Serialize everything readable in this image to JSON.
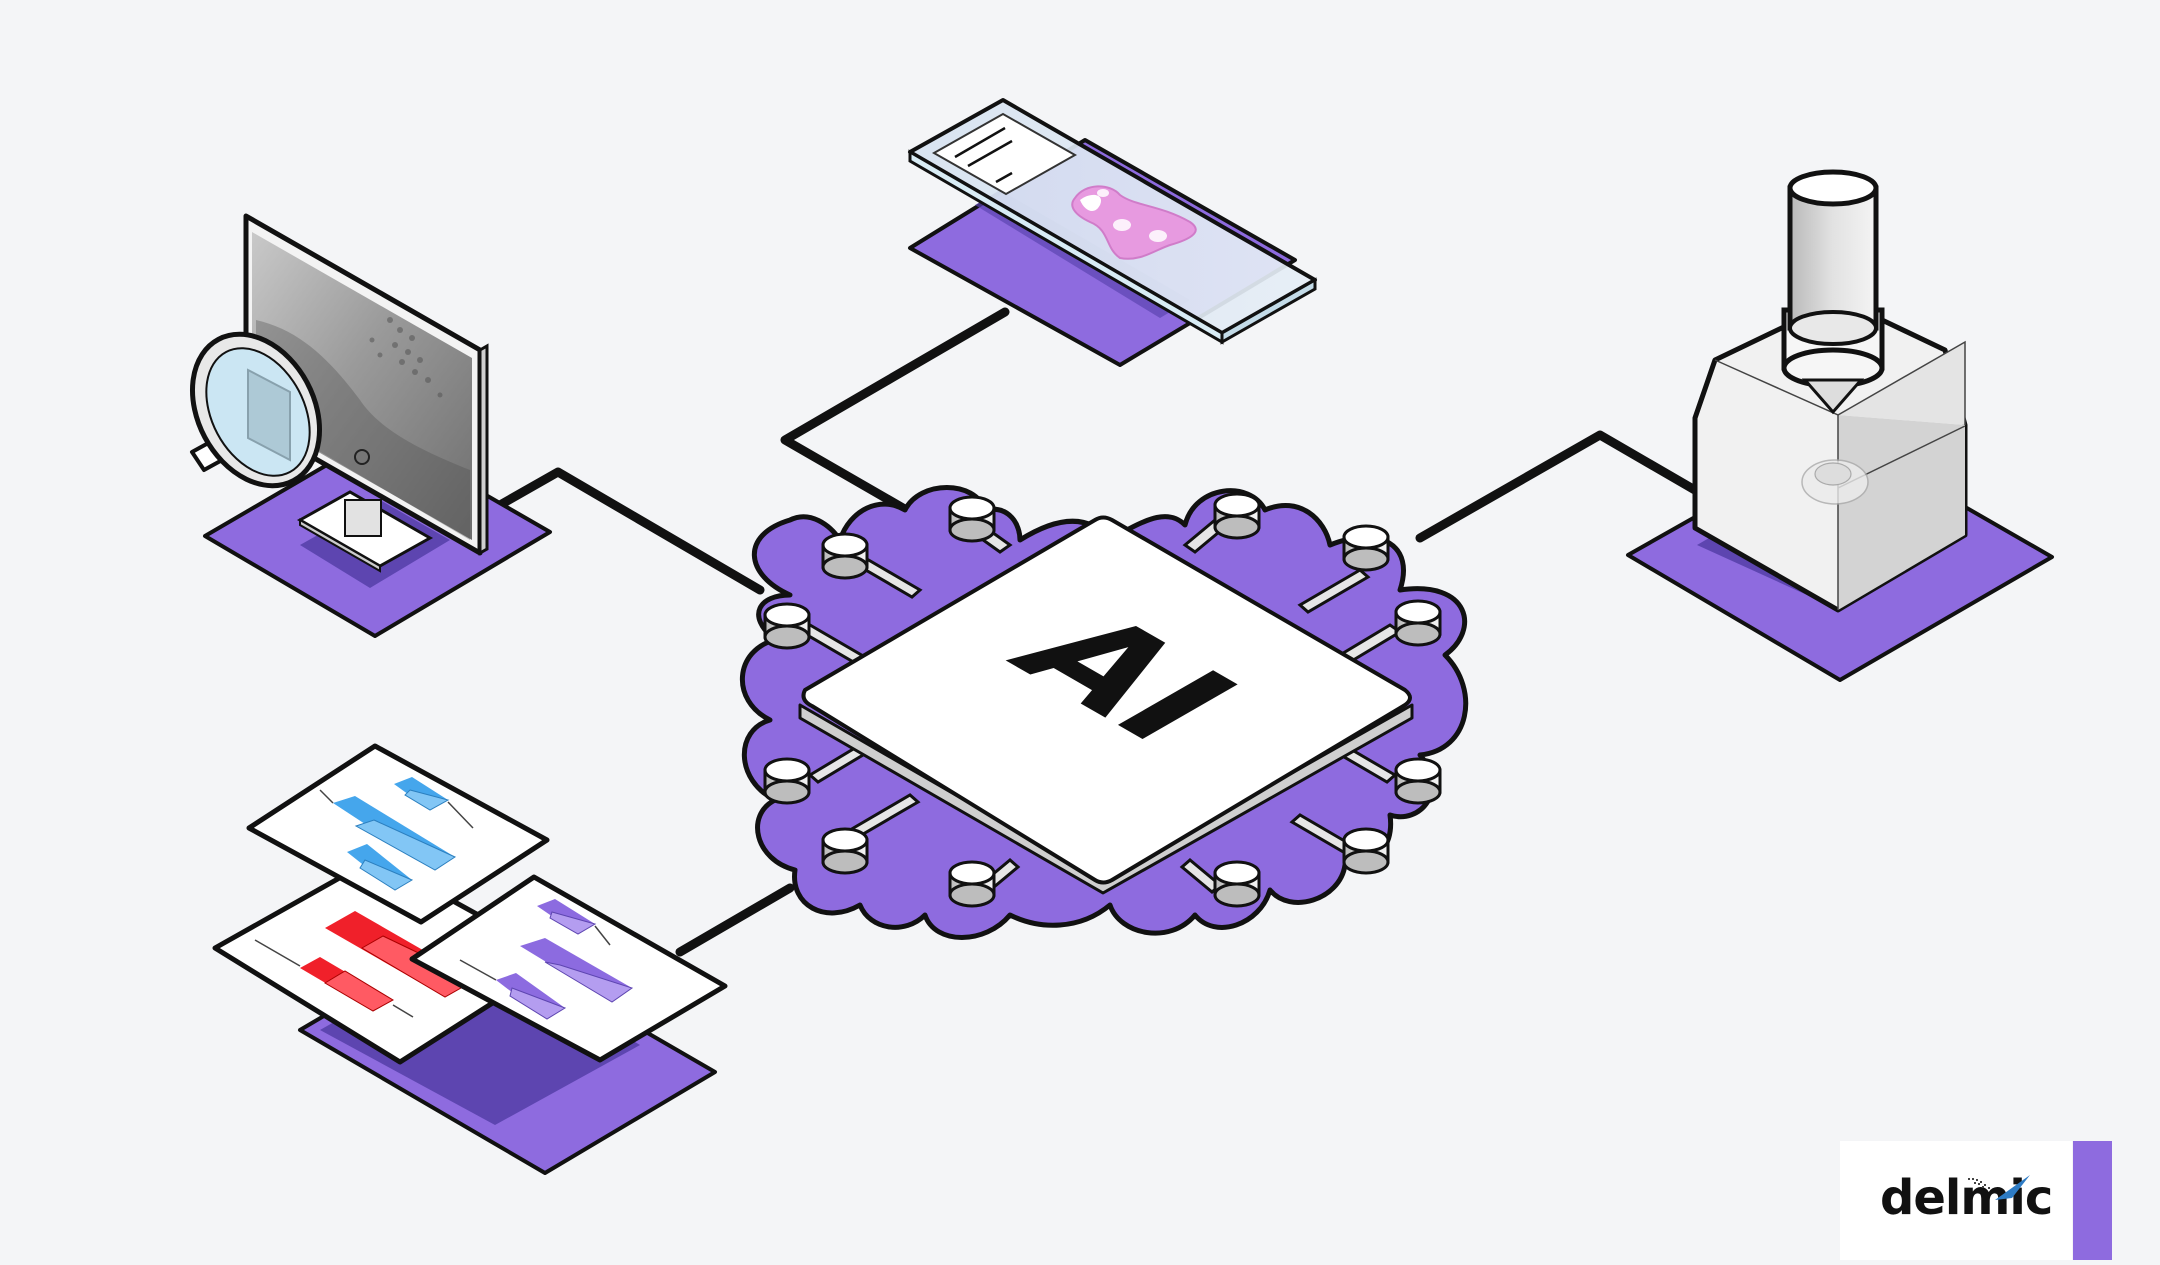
{
  "diagram": {
    "title": "AI hub connected to microscopy workflow",
    "center": {
      "label": "AI",
      "kind": "chip",
      "pins": 12
    },
    "nodes": [
      {
        "id": "monitor",
        "label": "Image analysis monitor with magnifier",
        "position": "top-left"
      },
      {
        "id": "slide",
        "label": "Glass sample slide",
        "position": "top-center"
      },
      {
        "id": "microscope",
        "label": "Electron microscope",
        "position": "right"
      },
      {
        "id": "charts",
        "label": "Box-plot data sheets",
        "position": "bottom-left"
      }
    ],
    "edges": [
      {
        "from": "AI",
        "to": "monitor"
      },
      {
        "from": "AI",
        "to": "slide"
      },
      {
        "from": "AI",
        "to": "microscope"
      },
      {
        "from": "AI",
        "to": "charts"
      }
    ],
    "sheets": [
      {
        "color": "blue",
        "boxes": 3
      },
      {
        "color": "red",
        "boxes": 2
      },
      {
        "color": "purple",
        "boxes": 3
      }
    ]
  },
  "colors": {
    "background": "#f4f5f7",
    "platform": "#8e6bdf",
    "platform_shadow": "#5d45b0",
    "outline": "#111111",
    "blue": "#45a6ec",
    "red": "#f0202a",
    "purple": "#8c6be0",
    "slide_glass": "#dde8f2",
    "sample": "#e79ae0",
    "logo_accent": "#2d7bc4"
  },
  "brand": {
    "name": "delmic"
  }
}
